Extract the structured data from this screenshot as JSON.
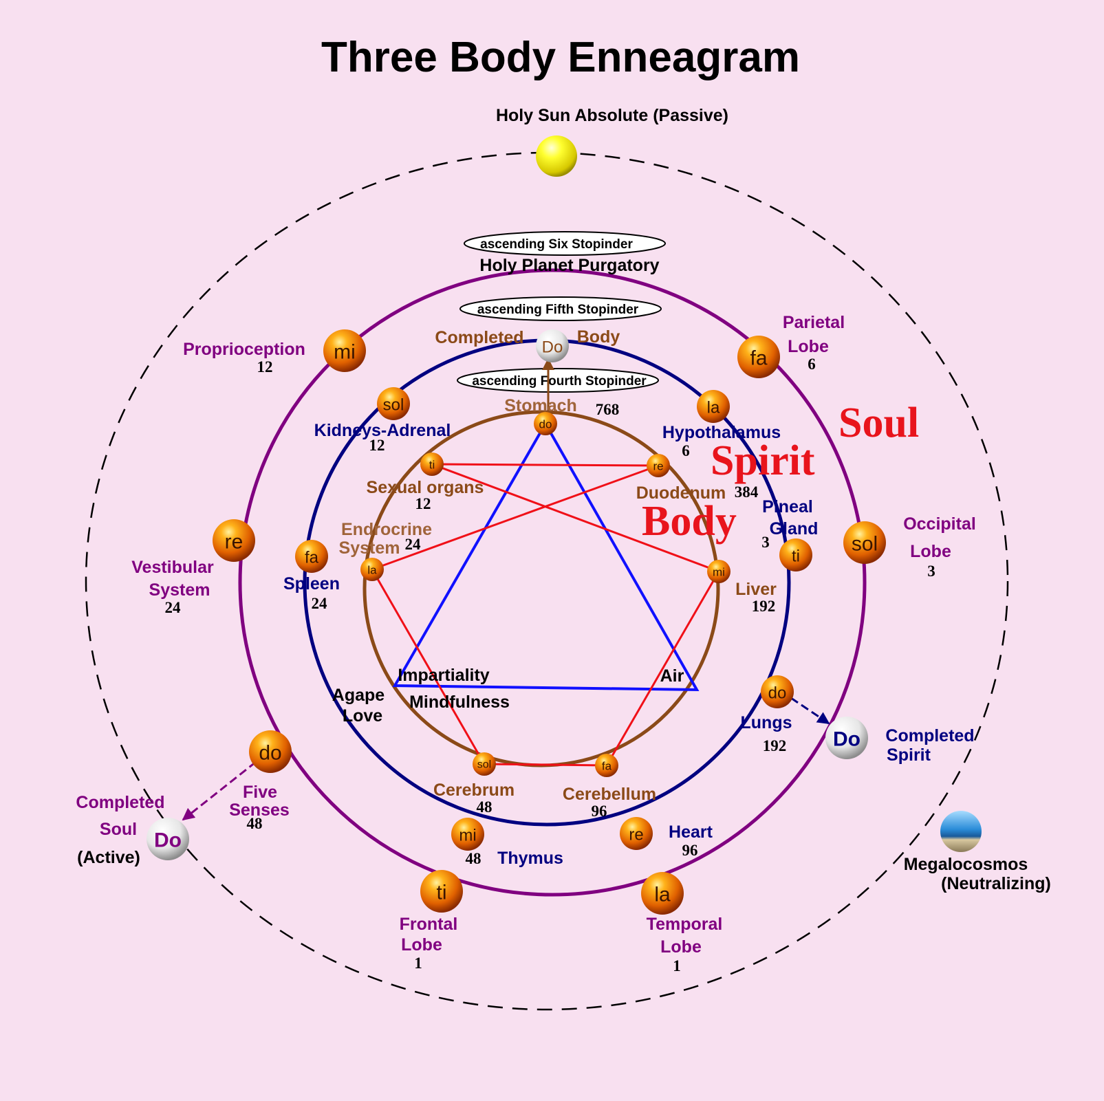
{
  "title": "Three Body Enneagram",
  "colors": {
    "background": "#f8e0f0",
    "soul": "#800080",
    "spirit": "#000080",
    "body": "#8b4a18",
    "triangle": "#1010ff",
    "hexad": "#f01018",
    "big_label": "#e8141c"
  },
  "holy_sun": "Holy Sun Absolute (Passive)",
  "megalocosmos": {
    "line1": "Megalocosmos",
    "line2": "(Neutralizing)"
  },
  "stopinders": {
    "six": "ascending Six Stopinder",
    "fifth": "ascending Fifth Stopinder",
    "fourth": "ascending Fourth Stopinder"
  },
  "holy_planet": "Holy Planet Purgatory",
  "big_labels": {
    "soul": "Soul",
    "spirit": "Spirit",
    "body": "Body"
  },
  "soul_circle": {
    "notes": [
      "mi",
      "fa",
      "sol",
      "la",
      "ti",
      "do",
      "re"
    ],
    "labels": {
      "proprioception": {
        "name": "Proprioception",
        "num": "12"
      },
      "parietal": {
        "line1": "Parietal",
        "line2": "Lobe",
        "num": "6"
      },
      "occipital": {
        "line1": "Occipital",
        "line2": "Lobe",
        "num": "3"
      },
      "temporal": {
        "line1": "Temporal",
        "line2": "Lobe",
        "num": "1"
      },
      "frontal": {
        "line1": "Frontal",
        "line2": "Lobe",
        "num": "1"
      },
      "five_senses": {
        "line1": "Five",
        "line2": "Senses",
        "num": "48"
      },
      "vestibular": {
        "line1": "Vestibular",
        "line2": "System",
        "num": "24"
      }
    },
    "completed": {
      "line1": "Completed",
      "line2": "Soul",
      "line3": "(Active)",
      "note": "Do"
    }
  },
  "spirit_circle": {
    "notes": [
      "sol",
      "la",
      "ti",
      "do",
      "re",
      "mi",
      "fa"
    ],
    "labels": {
      "kidneys": {
        "name": "Kidneys-Adrenal",
        "num": "12"
      },
      "hypothalamus": {
        "name": "Hypothalamus",
        "num": "6"
      },
      "pineal": {
        "line1": "Pineal",
        "line2": "Gland",
        "num": "3"
      },
      "lungs": {
        "name": "Lungs",
        "num": "192"
      },
      "heart": {
        "name": "Heart",
        "num": "96"
      },
      "thymus": {
        "name": "Thymus",
        "num": "48"
      },
      "spleen": {
        "name": "Spleen",
        "num": "24"
      }
    },
    "completed": {
      "line1": "Completed",
      "line2": "Spirit",
      "note": "Do"
    }
  },
  "body_circle": {
    "notes": [
      "do",
      "re",
      "mi",
      "fa",
      "sol",
      "la",
      "ti"
    ],
    "labels": {
      "stomach": {
        "name": "Stomach",
        "num": "768"
      },
      "duodenum": {
        "name": "Duodenum",
        "num": "384"
      },
      "liver": {
        "name": "Liver",
        "num": "192"
      },
      "cerebellum": {
        "name": "Cerebellum",
        "num": "96"
      },
      "cerebrum": {
        "name": "Cerebrum",
        "num": "48"
      },
      "endocrine": {
        "line1": "Endrocrine",
        "line2": "System",
        "num": "24"
      },
      "sexual": {
        "name": "Sexual organs",
        "num": "12"
      }
    },
    "completed": {
      "left": "Completed",
      "right": "Body",
      "note": "Do"
    }
  },
  "inner_text": {
    "impartiality": "Impartiality",
    "mindfulness": "Mindfulness",
    "agape": "Agape",
    "love": "Love",
    "air": "Air"
  }
}
